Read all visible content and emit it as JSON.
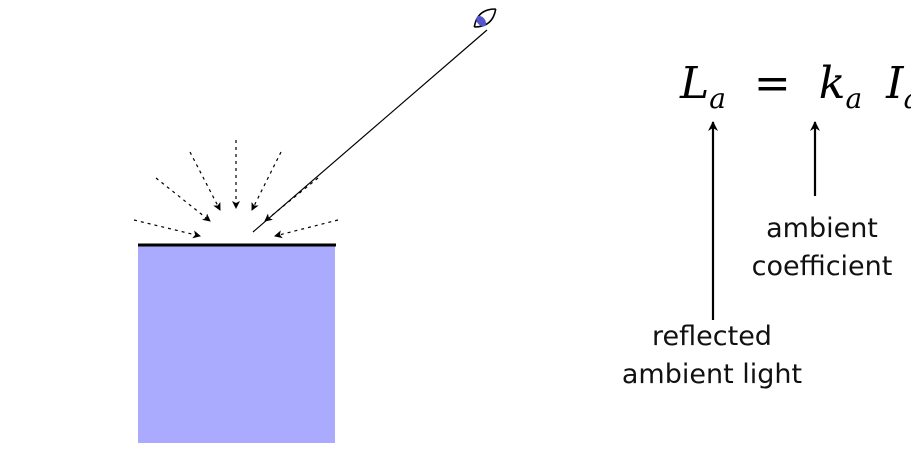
{
  "colors": {
    "box_fill": "#aaaaff",
    "surface": "#000000",
    "eye_iris": "#5555cc",
    "ink": "#000000"
  },
  "icons": [
    "eye-icon"
  ],
  "equation": {
    "lhs": "L",
    "lhs_sub": "a",
    "equals": "=",
    "coef": "k",
    "coef_sub": "a",
    "intensity": "I",
    "intensity_sub": "a"
  },
  "labels": {
    "coefficient_line1": "ambient",
    "coefficient_line2": "coefficient",
    "reflected_line1": "reflected",
    "reflected_line2": "ambient light"
  }
}
